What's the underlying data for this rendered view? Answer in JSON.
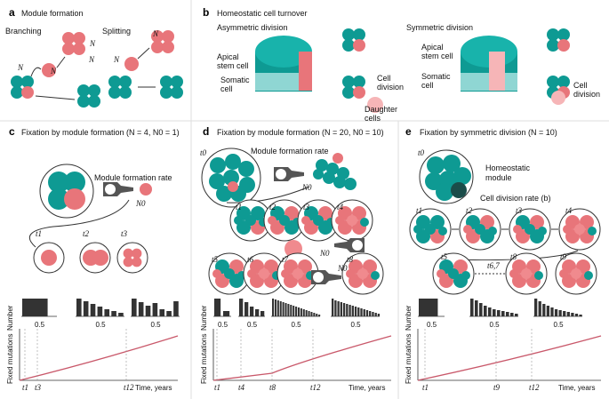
{
  "panels": {
    "a": {
      "label": "a",
      "title": "Module formation",
      "branching": "Branching",
      "splitting": "Splitting",
      "n": "N"
    },
    "b": {
      "label": "b",
      "title": "Homeostatic cell turnover",
      "asymmetric": "Asymmetric division",
      "symmetric": "Symmetric division",
      "apical_line1": "Apical",
      "apical_line2": "stem cell",
      "somatic_line1": "Somatic",
      "somatic_line2": "cell",
      "cell": "Cell",
      "division": "division",
      "daughter": "Daughter",
      "cells": "cells"
    },
    "c": {
      "label": "c",
      "title": "Fixation by module formation (N = 4, N0 = 1)",
      "rate_label": "Module formation rate",
      "n0": "N0",
      "t1": "t1",
      "t2": "t2",
      "t3": "t3"
    },
    "d": {
      "label": "d",
      "title": "Fixation by module formation (N = 20, N0 = 10)",
      "rate_label": "Module formation rate",
      "n0": "N0",
      "t0": "t0",
      "t1": "t1",
      "t2": "t2",
      "t3": "t3",
      "t4": "t4",
      "t5": "t5",
      "t6": "t6",
      "t7": "t7",
      "t8": "t8"
    },
    "e": {
      "label": "e",
      "title": "Fixation by symmetric division (N = 10)",
      "homeo_line1": "Homeostatic",
      "homeo_line2": "module",
      "rate_label": "Cell division rate (b)",
      "t0": "t0",
      "t1": "t1",
      "t2": "t2",
      "t3": "t3",
      "t4": "t4",
      "t5": "t5",
      "t67": "t6,7",
      "t8": "t8",
      "t9": "t9"
    }
  },
  "axes": {
    "number": "Number",
    "fixed": "Fixed mutations",
    "time": "Time, years",
    "half": "0.5"
  },
  "histograms": [
    {
      "panel": "c",
      "values": [
        1.0
      ]
    },
    {
      "panel": "c",
      "values": [
        1.0,
        0.85,
        0.7,
        0.55,
        0.4,
        0.3,
        0.2
      ]
    },
    {
      "panel": "c",
      "values": [
        1.0,
        0.8,
        0.6,
        0.75,
        0.4,
        0.3,
        0.85
      ]
    },
    {
      "panel": "d",
      "values": [
        1.0,
        0.3
      ]
    },
    {
      "panel": "d",
      "values": [
        1.0,
        0.8,
        0.55,
        0.4,
        0.3
      ]
    },
    {
      "panel": "d",
      "values": [
        1.0,
        0.95,
        0.9,
        0.85,
        0.8,
        0.75,
        0.7,
        0.65,
        0.6,
        0.55,
        0.5,
        0.45,
        0.4,
        0.35,
        0.3,
        0.25,
        0.2,
        0.15,
        0.1
      ]
    },
    {
      "panel": "d",
      "values": [
        1.0,
        0.9,
        0.85,
        0.8,
        0.75,
        0.7,
        0.65,
        0.6,
        0.55,
        0.5,
        0.45,
        0.4,
        0.35,
        0.3,
        0.25,
        0.2,
        0.15
      ]
    },
    {
      "panel": "e",
      "values": [
        1.0
      ]
    },
    {
      "panel": "e",
      "values": [
        1.0,
        0.9,
        0.75,
        0.6,
        0.5,
        0.4,
        0.35,
        0.3,
        0.25,
        0.2,
        0.15
      ]
    },
    {
      "panel": "e",
      "values": [
        1.0,
        0.85,
        0.7,
        0.6,
        0.5,
        0.4,
        0.35,
        0.3,
        0.25,
        0.2,
        0.15,
        0.1
      ]
    }
  ],
  "curves": [
    {
      "panel": "c",
      "ticks": [
        "t1",
        "t3",
        "t12"
      ]
    },
    {
      "panel": "d",
      "ticks": [
        "t1",
        "t4",
        "t8",
        "t12"
      ]
    },
    {
      "panel": "e",
      "ticks": [
        "t1",
        "t9",
        "t12"
      ]
    }
  ],
  "colors": {
    "teal": "#0e9a93",
    "pink": "#e8757a",
    "curve": "#c9586a"
  }
}
